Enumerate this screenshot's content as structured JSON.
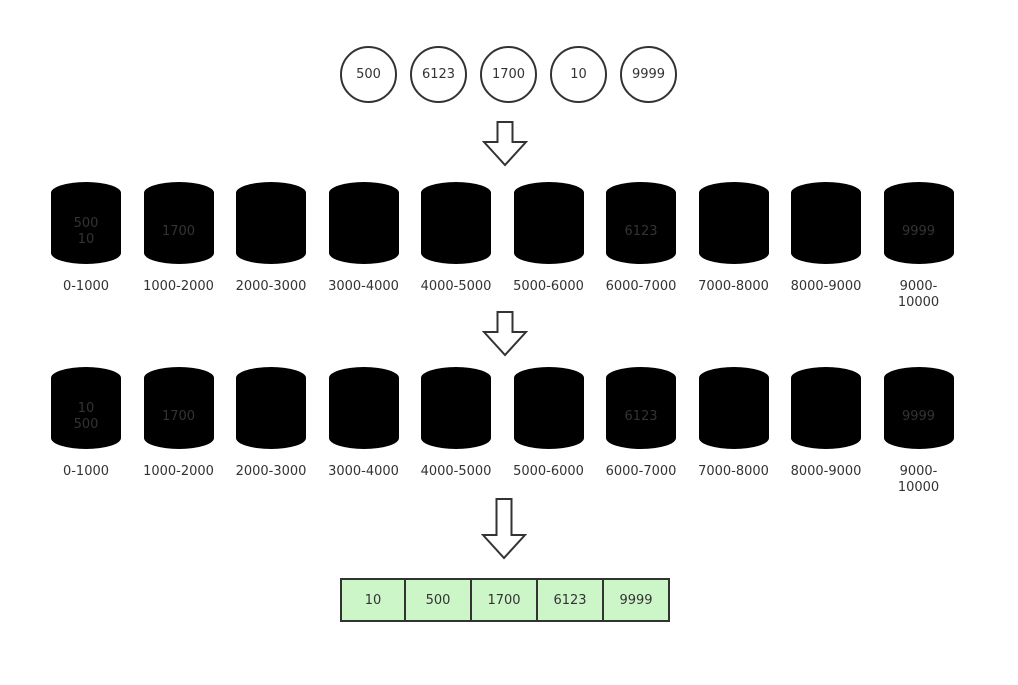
{
  "input_circles": {
    "values": [
      "500",
      "6123",
      "1700",
      "10",
      "9999"
    ]
  },
  "rows": [
    {
      "name": "scatter-into-buckets",
      "buckets": [
        {
          "label": "0-1000",
          "items": [
            "500",
            "10"
          ]
        },
        {
          "label": "1000-2000",
          "items": [
            "1700"
          ]
        },
        {
          "label": "2000-3000",
          "items": []
        },
        {
          "label": "3000-4000",
          "items": []
        },
        {
          "label": "4000-5000",
          "items": []
        },
        {
          "label": "5000-6000",
          "items": []
        },
        {
          "label": "6000-7000",
          "items": [
            "6123"
          ]
        },
        {
          "label": "7000-8000",
          "items": []
        },
        {
          "label": "8000-9000",
          "items": []
        },
        {
          "label": "9000-\n10000",
          "items": [
            "9999"
          ]
        }
      ]
    },
    {
      "name": "sort-within-buckets",
      "buckets": [
        {
          "label": "0-1000",
          "items": [
            "10",
            "500"
          ],
          "highlight": true
        },
        {
          "label": "1000-2000",
          "items": [
            "1700"
          ]
        },
        {
          "label": "2000-3000",
          "items": []
        },
        {
          "label": "3000-4000",
          "items": []
        },
        {
          "label": "4000-5000",
          "items": []
        },
        {
          "label": "5000-6000",
          "items": []
        },
        {
          "label": "6000-7000",
          "items": [
            "6123"
          ]
        },
        {
          "label": "7000-8000",
          "items": []
        },
        {
          "label": "8000-9000",
          "items": []
        },
        {
          "label": "9000-\n10000",
          "items": [
            "9999"
          ]
        }
      ]
    }
  ],
  "output_array": {
    "values": [
      "10",
      "500",
      "1700",
      "6123",
      "9999"
    ]
  },
  "colors": {
    "highlight": "#ccf6c8",
    "stroke": "#333333",
    "text": "#333333"
  }
}
